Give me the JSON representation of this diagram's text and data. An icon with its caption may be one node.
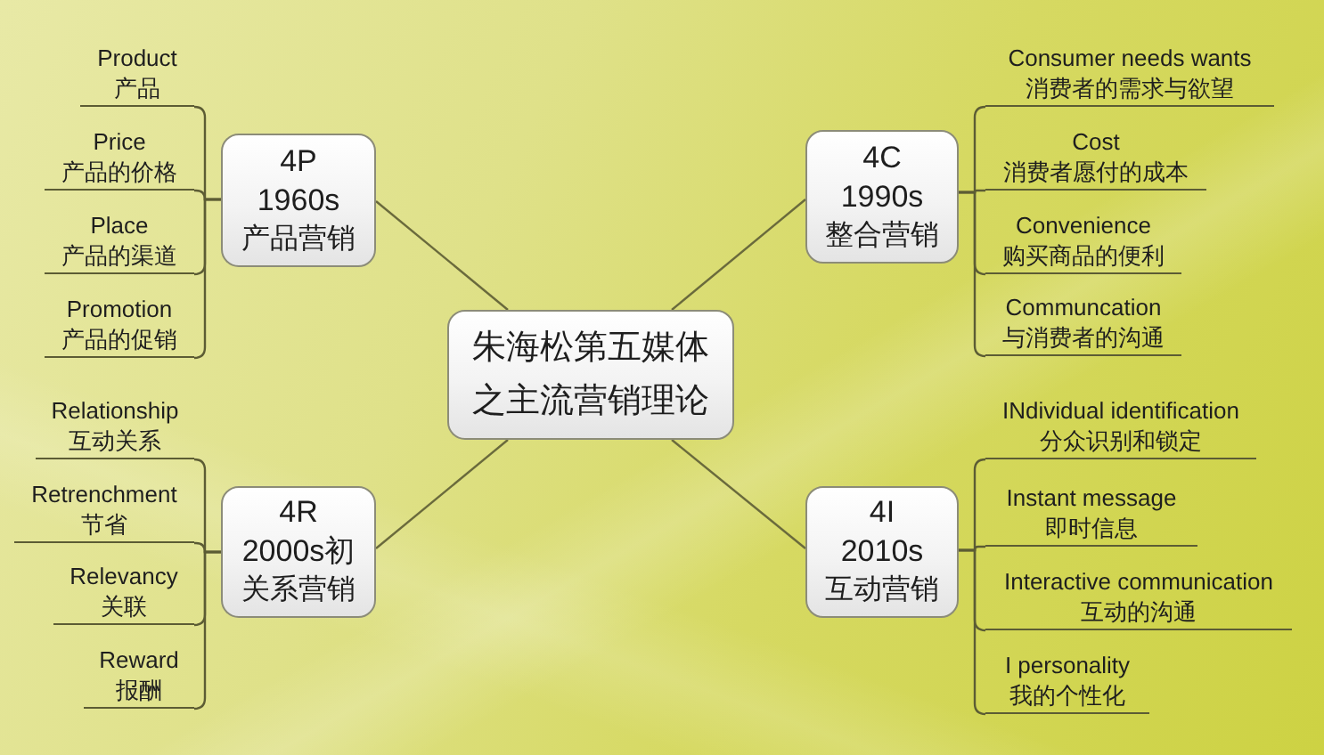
{
  "diagram": {
    "nodes": [
      {
        "text": [
          "朱海松第五媒体之主流营销理论"
        ]
      },
      {
        "text": [
          "4P",
          "1960s",
          "产品营销"
        ]
      },
      {
        "text": [
          "Product",
          "产品"
        ]
      },
      {
        "text": [
          "Price",
          "产品的价格"
        ]
      },
      {
        "text": [
          "Place",
          "产品的渠道"
        ]
      },
      {
        "text": [
          "Promotion",
          "产品的促销"
        ]
      },
      {
        "text": [
          "4C",
          "1990s",
          "整合营销"
        ]
      },
      {
        "text": [
          "Consumer needs wants",
          "消费者的需求与欲望"
        ]
      },
      {
        "text": [
          "Cost",
          "消费者愿付的成本"
        ]
      },
      {
        "text": [
          "Convenience",
          "购买商品的便利"
        ]
      },
      {
        "text": [
          "Communcation",
          "与消费者的沟通"
        ]
      },
      {
        "text": [
          "4R",
          "2000s初",
          "关系营销"
        ]
      },
      {
        "text": [
          "Relationship",
          "互动关系"
        ]
      },
      {
        "text": [
          "Retrenchment",
          "节省"
        ]
      },
      {
        "text": [
          "Relevancy",
          "关联"
        ]
      },
      {
        "text": [
          "Reward",
          "报酬"
        ]
      },
      {
        "text": [
          "4I",
          "2010s",
          "互动营销"
        ]
      },
      {
        "text": [
          "INdividual identification",
          "分众识别和锁定"
        ]
      },
      {
        "text": [
          "Instant message",
          "即时信息"
        ]
      },
      {
        "text": [
          "Interactive communication",
          "互动的沟通"
        ]
      },
      {
        "text": [
          "I personality",
          "我的个性化"
        ]
      }
    ],
    "edges": [
      {
        "from": 0,
        "to": 1,
        "arrow": "none"
      },
      {
        "from": 0,
        "to": 6,
        "arrow": "none"
      },
      {
        "from": 0,
        "to": 11,
        "arrow": "none"
      },
      {
        "from": 0,
        "to": 16,
        "arrow": "none"
      },
      {
        "from": 1,
        "to": 2,
        "arrow": "none"
      },
      {
        "from": 1,
        "to": 3,
        "arrow": "none"
      },
      {
        "from": 1,
        "to": 4,
        "arrow": "none"
      },
      {
        "from": 1,
        "to": 5,
        "arrow": "none"
      },
      {
        "from": 6,
        "to": 7,
        "arrow": "none"
      },
      {
        "from": 6,
        "to": 8,
        "arrow": "none"
      },
      {
        "from": 6,
        "to": 9,
        "arrow": "none"
      },
      {
        "from": 6,
        "to": 10,
        "arrow": "none"
      },
      {
        "from": 11,
        "to": 12,
        "arrow": "none"
      },
      {
        "from": 11,
        "to": 13,
        "arrow": "none"
      },
      {
        "from": 11,
        "to": 14,
        "arrow": "none"
      },
      {
        "from": 11,
        "to": 15,
        "arrow": "none"
      },
      {
        "from": 16,
        "to": 17,
        "arrow": "none"
      },
      {
        "from": 16,
        "to": 18,
        "arrow": "none"
      },
      {
        "from": 16,
        "to": 19,
        "arrow": "none"
      },
      {
        "from": 16,
        "to": 20,
        "arrow": "none"
      }
    ]
  }
}
